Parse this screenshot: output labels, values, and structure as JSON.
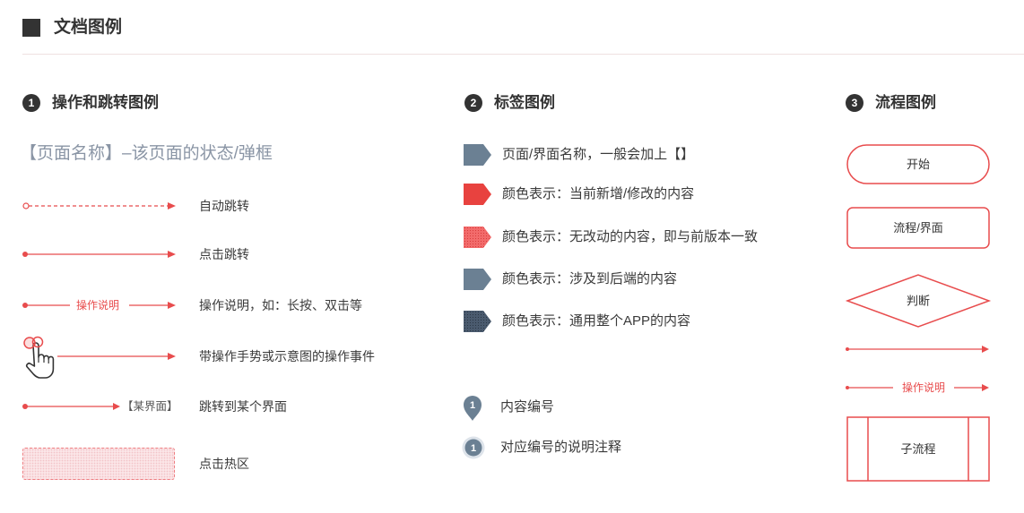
{
  "header": {
    "icon": "square-icon",
    "title": "文档图例"
  },
  "colors": {
    "accent_red": "#e84c4d",
    "tag_blue_gray": "#6b8093",
    "text": "#333333",
    "muted_text": "#8a95a5"
  },
  "ops": {
    "number": "1",
    "title": "操作和跳转图例",
    "page_state": "【页面名称】–该页面的状态/弹框",
    "rows": [
      {
        "icon": "dashed-arrow-icon",
        "label": "自动跳转"
      },
      {
        "icon": "solid-arrow-icon",
        "label": "点击跳转"
      },
      {
        "icon": "labeled-arrow-icon",
        "inline": "操作说明",
        "label": "操作说明，如：长按、双击等"
      },
      {
        "icon": "hand-gesture-icon",
        "label": "带操作手势或示意图的操作事件"
      },
      {
        "icon": "arrow-to-screen-icon",
        "inline": "【某界面】",
        "label": "跳转到某个界面"
      },
      {
        "icon": "hotzone-icon",
        "label": "点击热区"
      }
    ]
  },
  "tags": {
    "number": "2",
    "title": "标签图例",
    "items": [
      {
        "icon": "tag-icon",
        "color": "#6b8093",
        "label": "页面/界面名称，一般会加上【】"
      },
      {
        "icon": "tag-icon",
        "color": "#e8423f",
        "label": "颜色表示：当前新增/修改的内容"
      },
      {
        "icon": "dotted-tag-icon",
        "color": "#f26b6b",
        "label": "颜色表示：无改动的内容，即与前版本一致"
      },
      {
        "icon": "tag-icon",
        "color": "#6b8093",
        "label": "颜色表示：涉及到后端的内容"
      },
      {
        "icon": "dotted-tag-icon",
        "color": "#4a5a6e",
        "label": "颜色表示：通用整个APP的内容"
      }
    ],
    "pin": {
      "icon": "pin-marker-icon",
      "number": "1",
      "label": "内容编号"
    },
    "note": {
      "icon": "number-badge-icon",
      "number": "1",
      "label": "对应编号的说明注释"
    }
  },
  "flow": {
    "number": "3",
    "title": "流程图例",
    "start": "开始",
    "process": "流程/界面",
    "decision": "判断",
    "op_inline": "操作说明",
    "subprocess": "子流程"
  }
}
